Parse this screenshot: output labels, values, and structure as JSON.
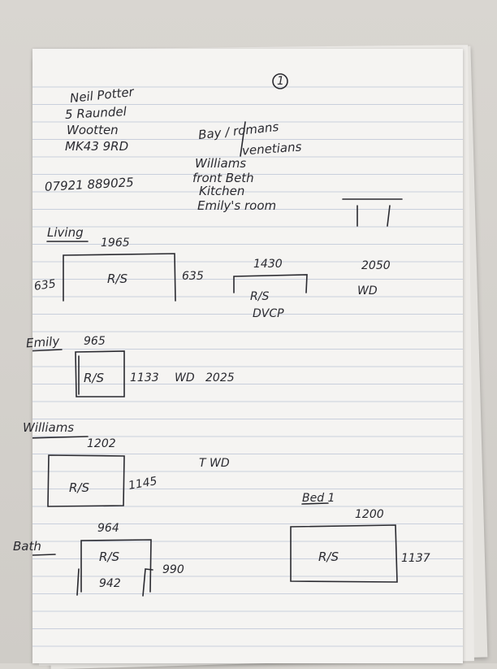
{
  "page_number": "1",
  "address": {
    "line1": "Neil Potter",
    "line2": "5 Raundel",
    "line3": "Wootten",
    "line4": "MK43 9RD"
  },
  "phone": "07921 889025",
  "blinds_note": {
    "line1": "Bay / romans",
    "line2": "venetians"
  },
  "rooms_list": [
    "Williams",
    "front Beth",
    "Kitchen",
    "Emily's room"
  ],
  "sections": {
    "living": {
      "label": "Living",
      "width": "1965",
      "left_drop": "635",
      "right_drop": "635",
      "blind": "R/S",
      "bay_width": "1430",
      "bay_blind": "R/S",
      "bay_note": "DVCP",
      "side_width": "2050",
      "side_note": "WD"
    },
    "emily": {
      "label": "Emily",
      "width": "965",
      "drop": "1133",
      "note_a": "WD",
      "note_b": "2025",
      "blind": "R/S"
    },
    "williams": {
      "label": "Williams",
      "width": "1202",
      "drop": "1145",
      "blind": "R/S",
      "note": "T WD"
    },
    "bath": {
      "label": "Bath",
      "width": "964",
      "drop": "990",
      "inner_width": "942",
      "blind": "R/S"
    },
    "bed1": {
      "label": "Bed 1",
      "width": "1200",
      "drop": "1137",
      "blind": "R/S"
    }
  }
}
